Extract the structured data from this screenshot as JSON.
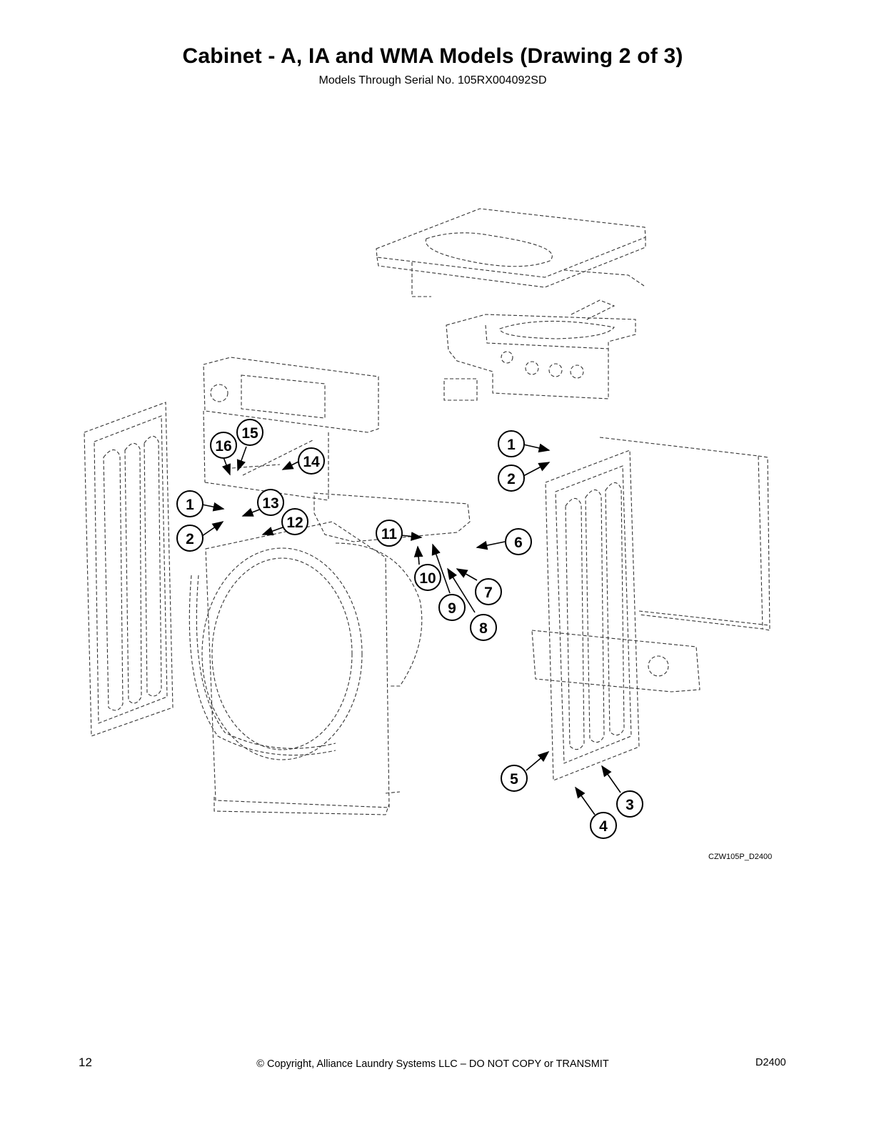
{
  "header": {
    "title": "Cabinet - A, IA and WMA Models (Drawing 2 of 3)",
    "subtitle": "Models Through Serial No. 105RX004092SD"
  },
  "drawing": {
    "code": "CZW105P_D2400",
    "callouts": [
      "1",
      "2",
      "3",
      "4",
      "5",
      "6",
      "7",
      "8",
      "9",
      "10",
      "11",
      "12",
      "13",
      "14",
      "15",
      "16",
      "1",
      "2"
    ]
  },
  "footer": {
    "page_number": "12",
    "copyright": "© Copyright, Alliance Laundry Systems LLC – DO NOT COPY or TRANSMIT",
    "doc_id": "D2400"
  }
}
